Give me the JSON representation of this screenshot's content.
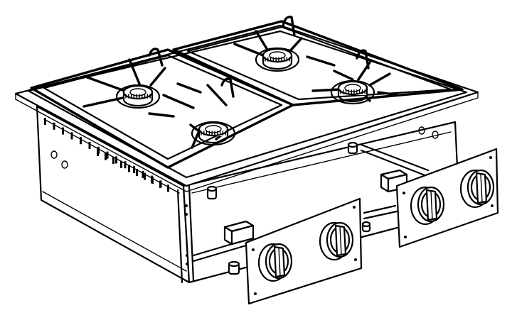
{
  "figure": {
    "subject": "",
    "style": {
      "line_color": "#000000",
      "background_color": "#ffffff"
    },
    "components": {
      "burner_count": 4,
      "grate_count": 2,
      "control_panel_count": 2,
      "knobs_per_panel": 2
    }
  }
}
